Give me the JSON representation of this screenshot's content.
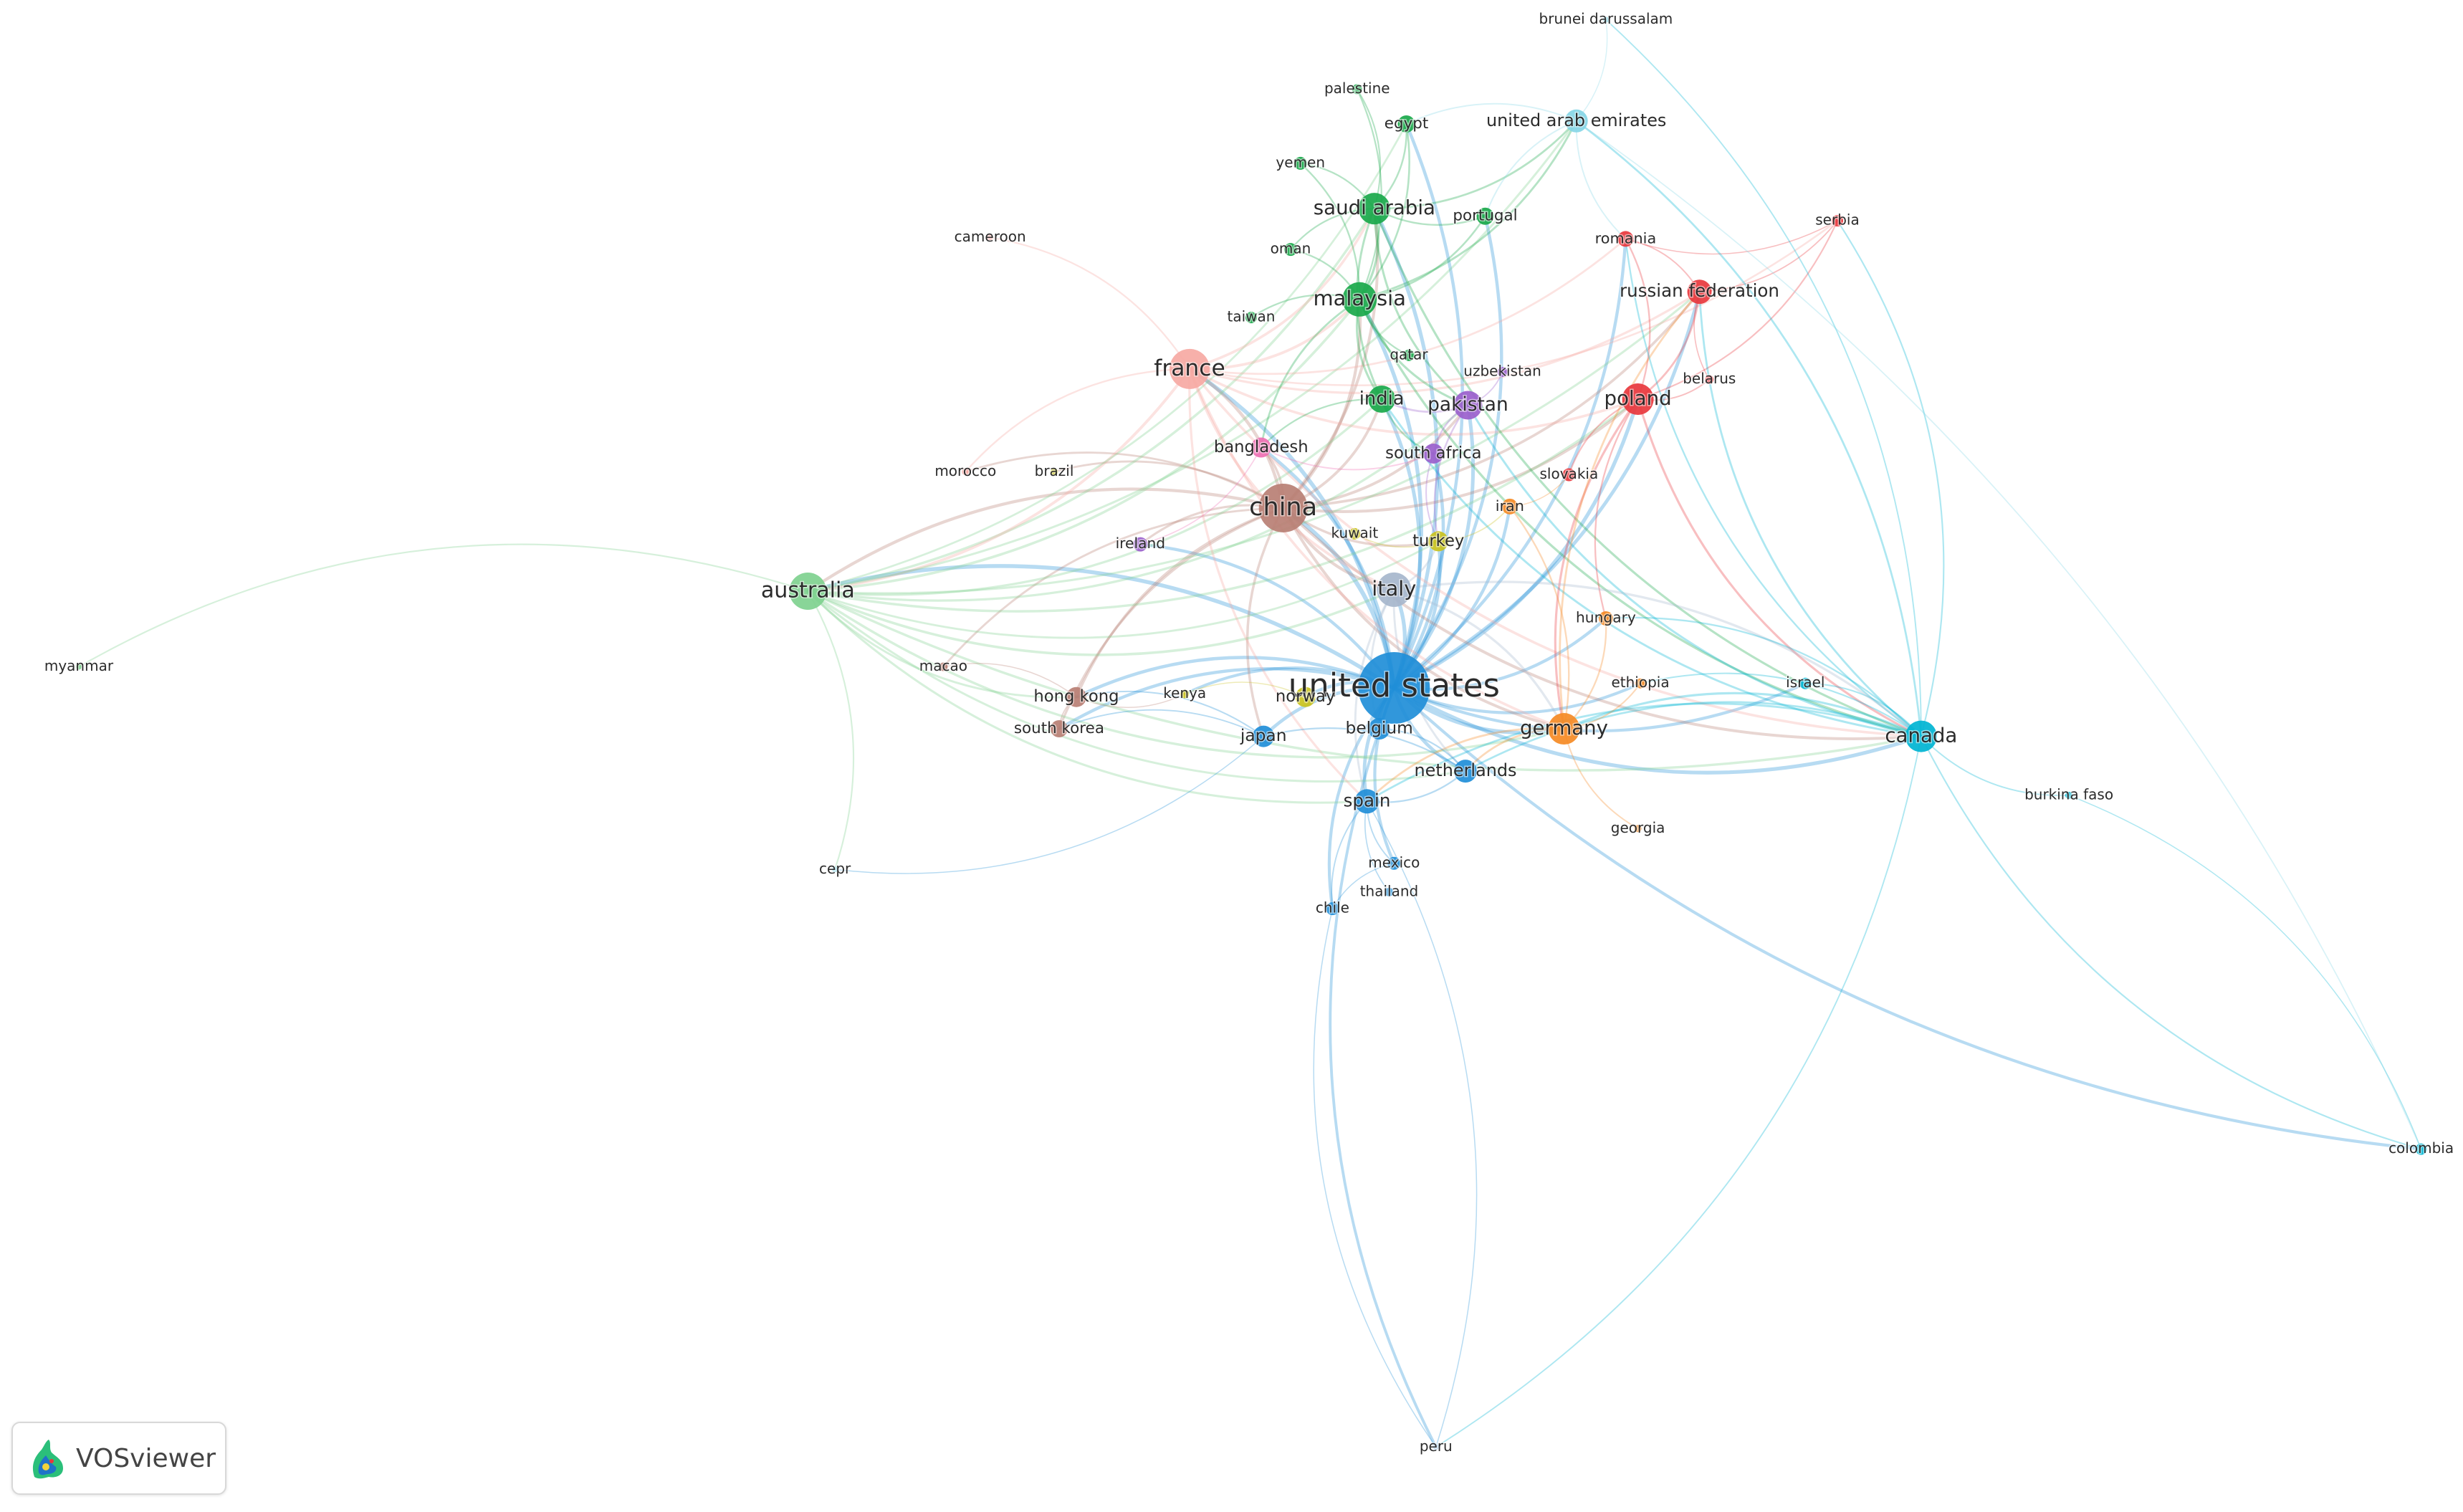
{
  "app": {
    "logo_text": "VOSviewer"
  },
  "colors": {
    "red": "#e8373d",
    "green": "#19a84a",
    "light_green": "#7fd18f",
    "blue": "#1f8ed8",
    "light_blue": "#9fc4e6",
    "cyan": "#00b4d2",
    "light_cyan": "#86d6e6",
    "purple": "#9a5fcc",
    "orange": "#f58a24",
    "brown": "#b87f74",
    "pink": "#ee6fb3",
    "yellow": "#c9c21e",
    "light_yellow": "#dede9a",
    "salmon": "#f6a9a3",
    "steel": "#a6b6cc",
    "gray": "#8f8f8f"
  },
  "chart_data": {
    "type": "network",
    "nodes": [
      {
        "id": "united_states",
        "label": "united states",
        "x": 0.566,
        "y": 0.455,
        "size": 50,
        "cluster": "blue"
      },
      {
        "id": "china",
        "label": "china",
        "x": 0.521,
        "y": 0.336,
        "size": 34,
        "cluster": "brown"
      },
      {
        "id": "australia",
        "label": "australia",
        "x": 0.328,
        "y": 0.391,
        "size": 26,
        "cluster": "light_green"
      },
      {
        "id": "france",
        "label": "france",
        "x": 0.483,
        "y": 0.244,
        "size": 28,
        "cluster": "salmon"
      },
      {
        "id": "malaysia",
        "label": "malaysia",
        "x": 0.552,
        "y": 0.198,
        "size": 24,
        "cluster": "green"
      },
      {
        "id": "saudi_arabia",
        "label": "saudi arabia",
        "x": 0.558,
        "y": 0.138,
        "size": 22,
        "cluster": "green"
      },
      {
        "id": "india",
        "label": "india",
        "x": 0.561,
        "y": 0.264,
        "size": 19,
        "cluster": "green"
      },
      {
        "id": "pakistan",
        "label": "pakistan",
        "x": 0.596,
        "y": 0.268,
        "size": 20,
        "cluster": "purple"
      },
      {
        "id": "italy",
        "label": "italy",
        "x": 0.566,
        "y": 0.39,
        "size": 24,
        "cluster": "steel"
      },
      {
        "id": "germany",
        "label": "germany",
        "x": 0.635,
        "y": 0.482,
        "size": 22,
        "cluster": "orange"
      },
      {
        "id": "canada",
        "label": "canada",
        "x": 0.78,
        "y": 0.487,
        "size": 22,
        "cluster": "cyan"
      },
      {
        "id": "poland",
        "label": "poland",
        "x": 0.665,
        "y": 0.264,
        "size": 22,
        "cluster": "red"
      },
      {
        "id": "russian_federation",
        "label": "russian federation",
        "x": 0.69,
        "y": 0.193,
        "size": 17,
        "cluster": "red"
      },
      {
        "id": "united_arab_emirates",
        "label": "united arab emirates",
        "x": 0.64,
        "y": 0.08,
        "size": 16,
        "cluster": "light_cyan"
      },
      {
        "id": "netherlands",
        "label": "netherlands",
        "x": 0.595,
        "y": 0.51,
        "size": 16,
        "cluster": "blue"
      },
      {
        "id": "spain",
        "label": "spain",
        "x": 0.555,
        "y": 0.53,
        "size": 17,
        "cluster": "blue"
      },
      {
        "id": "japan",
        "label": "japan",
        "x": 0.513,
        "y": 0.487,
        "size": 15,
        "cluster": "blue"
      },
      {
        "id": "belgium",
        "label": "belgium",
        "x": 0.56,
        "y": 0.482,
        "size": 15,
        "cluster": "blue"
      },
      {
        "id": "bangladesh",
        "label": "bangladesh",
        "x": 0.512,
        "y": 0.296,
        "size": 14,
        "cluster": "pink"
      },
      {
        "id": "south_africa",
        "label": "south africa",
        "x": 0.582,
        "y": 0.3,
        "size": 14,
        "cluster": "purple"
      },
      {
        "id": "turkey",
        "label": "turkey",
        "x": 0.584,
        "y": 0.358,
        "size": 14,
        "cluster": "yellow"
      },
      {
        "id": "hong_kong",
        "label": "hong kong",
        "x": 0.437,
        "y": 0.461,
        "size": 14,
        "cluster": "brown"
      },
      {
        "id": "south_korea",
        "label": "south korea",
        "x": 0.43,
        "y": 0.482,
        "size": 12,
        "cluster": "brown"
      },
      {
        "id": "norway",
        "label": "norway",
        "x": 0.53,
        "y": 0.461,
        "size": 14,
        "cluster": "yellow"
      },
      {
        "id": "iran",
        "label": "iran",
        "x": 0.613,
        "y": 0.335,
        "size": 11,
        "cluster": "orange"
      },
      {
        "id": "portugal",
        "label": "portugal",
        "x": 0.603,
        "y": 0.143,
        "size": 12,
        "cluster": "green"
      },
      {
        "id": "romania",
        "label": "romania",
        "x": 0.66,
        "y": 0.158,
        "size": 11,
        "cluster": "red"
      },
      {
        "id": "egypt",
        "label": "egypt",
        "x": 0.571,
        "y": 0.082,
        "size": 12,
        "cluster": "green"
      },
      {
        "id": "hungary",
        "label": "hungary",
        "x": 0.652,
        "y": 0.409,
        "size": 10,
        "cluster": "orange"
      },
      {
        "id": "ireland",
        "label": "ireland",
        "x": 0.463,
        "y": 0.36,
        "size": 10,
        "cluster": "purple"
      },
      {
        "id": "slovakia",
        "label": "slovakia",
        "x": 0.637,
        "y": 0.314,
        "size": 9,
        "cluster": "red"
      },
      {
        "id": "serbia",
        "label": "serbia",
        "x": 0.746,
        "y": 0.146,
        "size": 8,
        "cluster": "red"
      },
      {
        "id": "taiwan",
        "label": "taiwan",
        "x": 0.508,
        "y": 0.21,
        "size": 8,
        "cluster": "green"
      },
      {
        "id": "qatar",
        "label": "qatar",
        "x": 0.572,
        "y": 0.235,
        "size": 8,
        "cluster": "green"
      },
      {
        "id": "uzbekistan",
        "label": "uzbekistan",
        "x": 0.61,
        "y": 0.246,
        "size": 7,
        "cluster": "purple"
      },
      {
        "id": "oman",
        "label": "oman",
        "x": 0.524,
        "y": 0.165,
        "size": 9,
        "cluster": "green"
      },
      {
        "id": "yemen",
        "label": "yemen",
        "x": 0.528,
        "y": 0.108,
        "size": 9,
        "cluster": "green"
      },
      {
        "id": "palestine",
        "label": "palestine",
        "x": 0.551,
        "y": 0.059,
        "size": 7,
        "cluster": "green"
      },
      {
        "id": "kuwait",
        "label": "kuwait",
        "x": 0.55,
        "y": 0.353,
        "size": 8,
        "cluster": "yellow"
      },
      {
        "id": "belarus",
        "label": "belarus",
        "x": 0.694,
        "y": 0.251,
        "size": 6,
        "cluster": "red"
      },
      {
        "id": "israel",
        "label": "israel",
        "x": 0.733,
        "y": 0.452,
        "size": 8,
        "cluster": "cyan"
      },
      {
        "id": "ethiopia",
        "label": "ethiopia",
        "x": 0.666,
        "y": 0.452,
        "size": 7,
        "cluster": "orange"
      },
      {
        "id": "mexico",
        "label": "mexico",
        "x": 0.566,
        "y": 0.571,
        "size": 9,
        "cluster": "blue"
      },
      {
        "id": "thailand",
        "label": "thailand",
        "x": 0.564,
        "y": 0.59,
        "size": 6,
        "cluster": "blue"
      },
      {
        "id": "chile",
        "label": "chile",
        "x": 0.541,
        "y": 0.601,
        "size": 9,
        "cluster": "blue"
      },
      {
        "id": "georgia",
        "label": "georgia",
        "x": 0.665,
        "y": 0.548,
        "size": 5,
        "cluster": "orange"
      },
      {
        "id": "kenya",
        "label": "kenya",
        "x": 0.481,
        "y": 0.459,
        "size": 6,
        "cluster": "yellow"
      },
      {
        "id": "macao",
        "label": "macao",
        "x": 0.383,
        "y": 0.441,
        "size": 6,
        "cluster": "brown"
      },
      {
        "id": "morocco",
        "label": "morocco",
        "x": 0.392,
        "y": 0.312,
        "size": 5,
        "cluster": "salmon"
      },
      {
        "id": "brazil",
        "label": "brazil",
        "x": 0.428,
        "y": 0.312,
        "size": 5,
        "cluster": "yellow"
      },
      {
        "id": "cameroon",
        "label": "cameroon",
        "x": 0.402,
        "y": 0.157,
        "size": 4,
        "cluster": "salmon"
      },
      {
        "id": "brunei_darussalam",
        "label": "brunei darussalam",
        "x": 0.652,
        "y": 0.013,
        "size": 4,
        "cluster": "light_cyan"
      },
      {
        "id": "myanmar",
        "label": "myanmar",
        "x": 0.032,
        "y": 0.441,
        "size": 4,
        "cluster": "light_green"
      },
      {
        "id": "cepr",
        "label": "cepr",
        "x": 0.339,
        "y": 0.575,
        "size": 4,
        "cluster": "light_cyan"
      },
      {
        "id": "burkina_faso",
        "label": "burkina faso",
        "x": 0.84,
        "y": 0.526,
        "size": 5,
        "cluster": "cyan"
      },
      {
        "id": "colombia",
        "label": "colombia",
        "x": 0.983,
        "y": 0.76,
        "size": 8,
        "cluster": "cyan"
      },
      {
        "id": "peru",
        "label": "peru",
        "x": 0.583,
        "y": 0.957,
        "size": 4,
        "cluster": "light_blue"
      }
    ],
    "edges": [
      [
        "united_states",
        "china"
      ],
      [
        "united_states",
        "australia"
      ],
      [
        "united_states",
        "france"
      ],
      [
        "united_states",
        "malaysia"
      ],
      [
        "united_states",
        "saudi_arabia"
      ],
      [
        "united_states",
        "india"
      ],
      [
        "united_states",
        "pakistan"
      ],
      [
        "united_states",
        "italy"
      ],
      [
        "united_states",
        "germany"
      ],
      [
        "united_states",
        "canada"
      ],
      [
        "united_states",
        "poland"
      ],
      [
        "united_states",
        "russian_federation"
      ],
      [
        "united_states",
        "netherlands"
      ],
      [
        "united_states",
        "spain"
      ],
      [
        "united_states",
        "japan"
      ],
      [
        "united_states",
        "belgium"
      ],
      [
        "united_states",
        "bangladesh"
      ],
      [
        "united_states",
        "south_africa"
      ],
      [
        "united_states",
        "turkey"
      ],
      [
        "united_states",
        "hong_kong"
      ],
      [
        "united_states",
        "south_korea"
      ],
      [
        "united_states",
        "norway"
      ],
      [
        "united_states",
        "iran"
      ],
      [
        "united_states",
        "hungary"
      ],
      [
        "united_states",
        "israel"
      ],
      [
        "united_states",
        "mexico"
      ],
      [
        "united_states",
        "chile"
      ],
      [
        "united_states",
        "peru"
      ],
      [
        "united_states",
        "colombia"
      ],
      [
        "united_states",
        "ireland"
      ],
      [
        "united_states",
        "kenya"
      ],
      [
        "united_states",
        "portugal"
      ],
      [
        "united_states",
        "romania"
      ],
      [
        "united_states",
        "egypt"
      ],
      [
        "united_states",
        "ethiopia"
      ],
      [
        "china",
        "australia"
      ],
      [
        "china",
        "france"
      ],
      [
        "china",
        "malaysia"
      ],
      [
        "china",
        "hong_kong"
      ],
      [
        "china",
        "south_korea"
      ],
      [
        "china",
        "macao"
      ],
      [
        "china",
        "pakistan"
      ],
      [
        "china",
        "poland"
      ],
      [
        "china",
        "canada"
      ],
      [
        "china",
        "germany"
      ],
      [
        "china",
        "italy"
      ],
      [
        "china",
        "saudi_arabia"
      ],
      [
        "china",
        "india"
      ],
      [
        "china",
        "bangladesh"
      ],
      [
        "china",
        "russian_federation"
      ],
      [
        "china",
        "japan"
      ],
      [
        "china",
        "morocco"
      ],
      [
        "china",
        "brazil"
      ],
      [
        "china",
        "turkey"
      ],
      [
        "china",
        "ireland"
      ],
      [
        "australia",
        "malaysia"
      ],
      [
        "australia",
        "saudi_arabia"
      ],
      [
        "australia",
        "france"
      ],
      [
        "australia",
        "india"
      ],
      [
        "australia",
        "pakistan"
      ],
      [
        "australia",
        "canada"
      ],
      [
        "australia",
        "italy"
      ],
      [
        "australia",
        "myanmar"
      ],
      [
        "australia",
        "egypt"
      ],
      [
        "australia",
        "united_arab_emirates"
      ],
      [
        "australia",
        "hong_kong"
      ],
      [
        "australia",
        "germany"
      ],
      [
        "australia",
        "spain"
      ],
      [
        "australia",
        "netherlands"
      ],
      [
        "australia",
        "poland"
      ],
      [
        "australia",
        "russian_federation"
      ],
      [
        "australia",
        "turkey"
      ],
      [
        "france",
        "poland"
      ],
      [
        "france",
        "russian_federation"
      ],
      [
        "france",
        "romania"
      ],
      [
        "france",
        "italy"
      ],
      [
        "france",
        "germany"
      ],
      [
        "france",
        "canada"
      ],
      [
        "france",
        "cameroon"
      ],
      [
        "france",
        "morocco"
      ],
      [
        "france",
        "malaysia"
      ],
      [
        "france",
        "saudi_arabia"
      ],
      [
        "france",
        "spain"
      ],
      [
        "france",
        "serbia"
      ],
      [
        "malaysia",
        "saudi_arabia"
      ],
      [
        "malaysia",
        "india"
      ],
      [
        "malaysia",
        "pakistan"
      ],
      [
        "malaysia",
        "egypt"
      ],
      [
        "malaysia",
        "united_arab_emirates"
      ],
      [
        "malaysia",
        "yemen"
      ],
      [
        "malaysia",
        "oman"
      ],
      [
        "malaysia",
        "qatar"
      ],
      [
        "malaysia",
        "taiwan"
      ],
      [
        "malaysia",
        "portugal"
      ],
      [
        "malaysia",
        "bangladesh"
      ],
      [
        "malaysia",
        "canada"
      ],
      [
        "malaysia",
        "palestine"
      ],
      [
        "saudi_arabia",
        "egypt"
      ],
      [
        "saudi_arabia",
        "pakistan"
      ],
      [
        "saudi_arabia",
        "india"
      ],
      [
        "saudi_arabia",
        "united_arab_emirates"
      ],
      [
        "saudi_arabia",
        "yemen"
      ],
      [
        "saudi_arabia",
        "oman"
      ],
      [
        "saudi_arabia",
        "canada"
      ],
      [
        "saudi_arabia",
        "palestine"
      ],
      [
        "saudi_arabia",
        "portugal"
      ],
      [
        "india",
        "pakistan"
      ],
      [
        "india",
        "bangladesh"
      ],
      [
        "india",
        "south_africa"
      ],
      [
        "india",
        "canada"
      ],
      [
        "pakistan",
        "south_africa"
      ],
      [
        "pakistan",
        "turkey"
      ],
      [
        "pakistan",
        "uzbekistan"
      ],
      [
        "pakistan",
        "canada"
      ],
      [
        "poland",
        "russian_federation"
      ],
      [
        "poland",
        "romania"
      ],
      [
        "poland",
        "slovakia"
      ],
      [
        "poland",
        "serbia"
      ],
      [
        "poland",
        "belarus"
      ],
      [
        "poland",
        "canada"
      ],
      [
        "poland",
        "germany"
      ],
      [
        "poland",
        "hungary"
      ],
      [
        "russian_federation",
        "serbia"
      ],
      [
        "russian_federation",
        "romania"
      ],
      [
        "russian_federation",
        "belarus"
      ],
      [
        "russian_federation",
        "canada"
      ],
      [
        "russian_federation",
        "germany"
      ],
      [
        "romania",
        "serbia"
      ],
      [
        "romania",
        "canada"
      ],
      [
        "canada",
        "colombia"
      ],
      [
        "canada",
        "burkina_faso"
      ],
      [
        "canada",
        "israel"
      ],
      [
        "canada",
        "germany"
      ],
      [
        "canada",
        "netherlands"
      ],
      [
        "canada",
        "italy"
      ],
      [
        "canada",
        "united_arab_emirates"
      ],
      [
        "canada",
        "hungary"
      ],
      [
        "canada",
        "ethiopia"
      ],
      [
        "canada",
        "brunei_darussalam"
      ],
      [
        "canada",
        "serbia"
      ],
      [
        "canada",
        "spain"
      ],
      [
        "colombia",
        "burkina_faso"
      ],
      [
        "colombia",
        "united_arab_emirates"
      ],
      [
        "united_arab_emirates",
        "brunei_darussalam"
      ],
      [
        "united_arab_emirates",
        "egypt"
      ],
      [
        "united_arab_emirates",
        "romania"
      ],
      [
        "united_arab_emirates",
        "portugal"
      ],
      [
        "germany",
        "netherlands"
      ],
      [
        "germany",
        "italy"
      ],
      [
        "germany",
        "spain"
      ],
      [
        "germany",
        "georgia"
      ],
      [
        "germany",
        "ethiopia"
      ],
      [
        "germany",
        "hungary"
      ],
      [
        "germany",
        "iran"
      ],
      [
        "italy",
        "spain"
      ],
      [
        "italy",
        "netherlands"
      ],
      [
        "italy",
        "turkey"
      ],
      [
        "italy",
        "belgium"
      ],
      [
        "spain",
        "mexico"
      ],
      [
        "spain",
        "chile"
      ],
      [
        "spain",
        "netherlands"
      ],
      [
        "spain",
        "thailand"
      ],
      [
        "netherlands",
        "belgium"
      ],
      [
        "netherlands",
        "japan"
      ],
      [
        "japan",
        "south_korea"
      ],
      [
        "japan",
        "hong_kong"
      ],
      [
        "hong_kong",
        "south_korea"
      ],
      [
        "hong_kong",
        "macao"
      ],
      [
        "hong_kong",
        "kenya"
      ],
      [
        "mexico",
        "chile"
      ],
      [
        "chile",
        "peru"
      ],
      [
        "peru",
        "canada"
      ],
      [
        "peru",
        "spain"
      ],
      [
        "cepr",
        "japan"
      ],
      [
        "cepr",
        "australia"
      ],
      [
        "bangladesh",
        "south_africa"
      ],
      [
        "south_africa",
        "turkey"
      ],
      [
        "turkey",
        "iran"
      ],
      [
        "iran",
        "slovakia"
      ],
      [
        "norway",
        "kenya"
      ],
      [
        "ireland",
        "bangladesh"
      ],
      [
        "kuwait",
        "turkey"
      ]
    ]
  }
}
